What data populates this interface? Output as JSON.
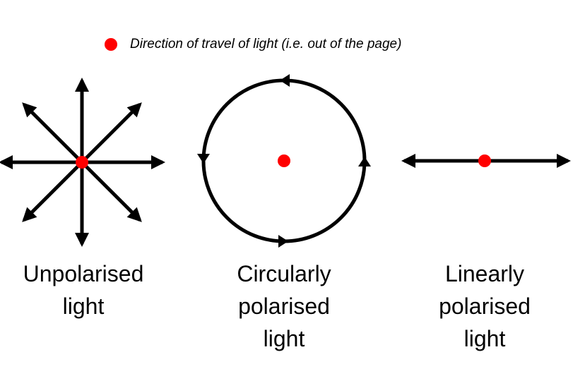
{
  "legend": {
    "text": "Direction of travel of light (i.e. out of the page)",
    "dot_color": "#ff0000"
  },
  "panels": {
    "unpolarised": {
      "lines": [
        "Unpolarised",
        "light"
      ]
    },
    "circular": {
      "lines": [
        "Circularly",
        "polarised",
        "light"
      ]
    },
    "linear": {
      "lines": [
        "Linearly",
        "polarised",
        "light"
      ]
    }
  },
  "colors": {
    "stroke": "#000000",
    "dot": "#ff0000"
  }
}
